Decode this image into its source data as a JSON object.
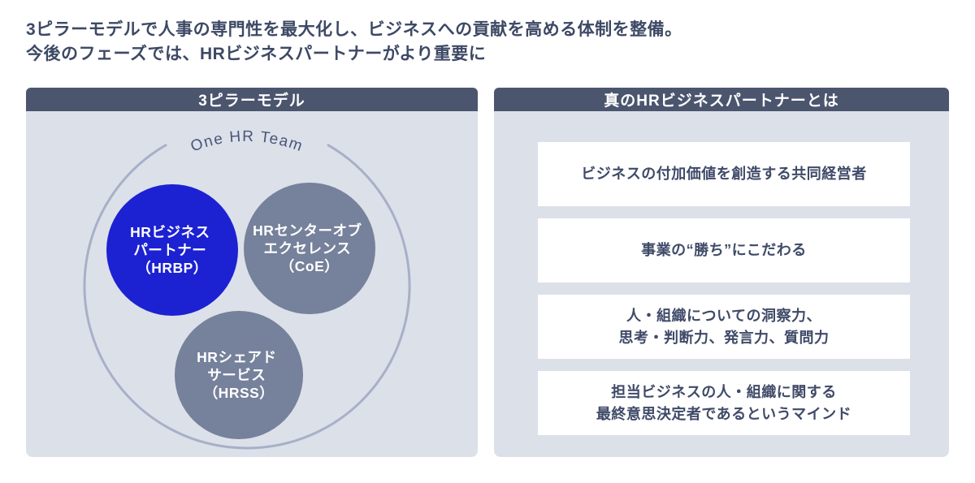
{
  "title": {
    "line1": "3ピラーモデルで人事の専門性を最大化し、ビジネスへの貢献を高める体制を整備。",
    "line2": "今後のフェーズでは、HRビジネスパートナーがより重要に"
  },
  "left_panel": {
    "header": "3ピラーモデル",
    "ring_label": "One HR Team",
    "circles": [
      {
        "id": "hrbp",
        "color": "#1c22d2",
        "lines": [
          "HRビジネス",
          "パートナー",
          "（HRBP）"
        ]
      },
      {
        "id": "coe",
        "color": "#76819b",
        "lines": [
          "HRセンターオブ",
          "エクセレンス",
          "（CoE）"
        ]
      },
      {
        "id": "hrss",
        "color": "#76819b",
        "lines": [
          "HRシェアド",
          "サービス",
          "（HRSS）"
        ]
      }
    ]
  },
  "right_panel": {
    "header": "真のHRビジネスパートナーとは",
    "items": [
      {
        "lines": [
          "ビジネスの付加価値を創造する共同経営者"
        ]
      },
      {
        "lines": [
          "事業の“勝ち”にこだわる"
        ]
      },
      {
        "lines": [
          "人・組織についての洞察力、",
          "思考・判断力、発言力、質問力"
        ]
      },
      {
        "lines": [
          "担当ビジネスの人・組織に関する",
          "最終意思決定者であるというマインド"
        ]
      }
    ]
  },
  "colors": {
    "accent_blue": "#1c22d2",
    "circle_gray": "#76819b",
    "header_band": "#4b556e",
    "panel_bg": "#dce0e9",
    "ring_stroke": "#a8b0c8",
    "title_text": "#3d4965",
    "box_text": "#3f4a68"
  }
}
